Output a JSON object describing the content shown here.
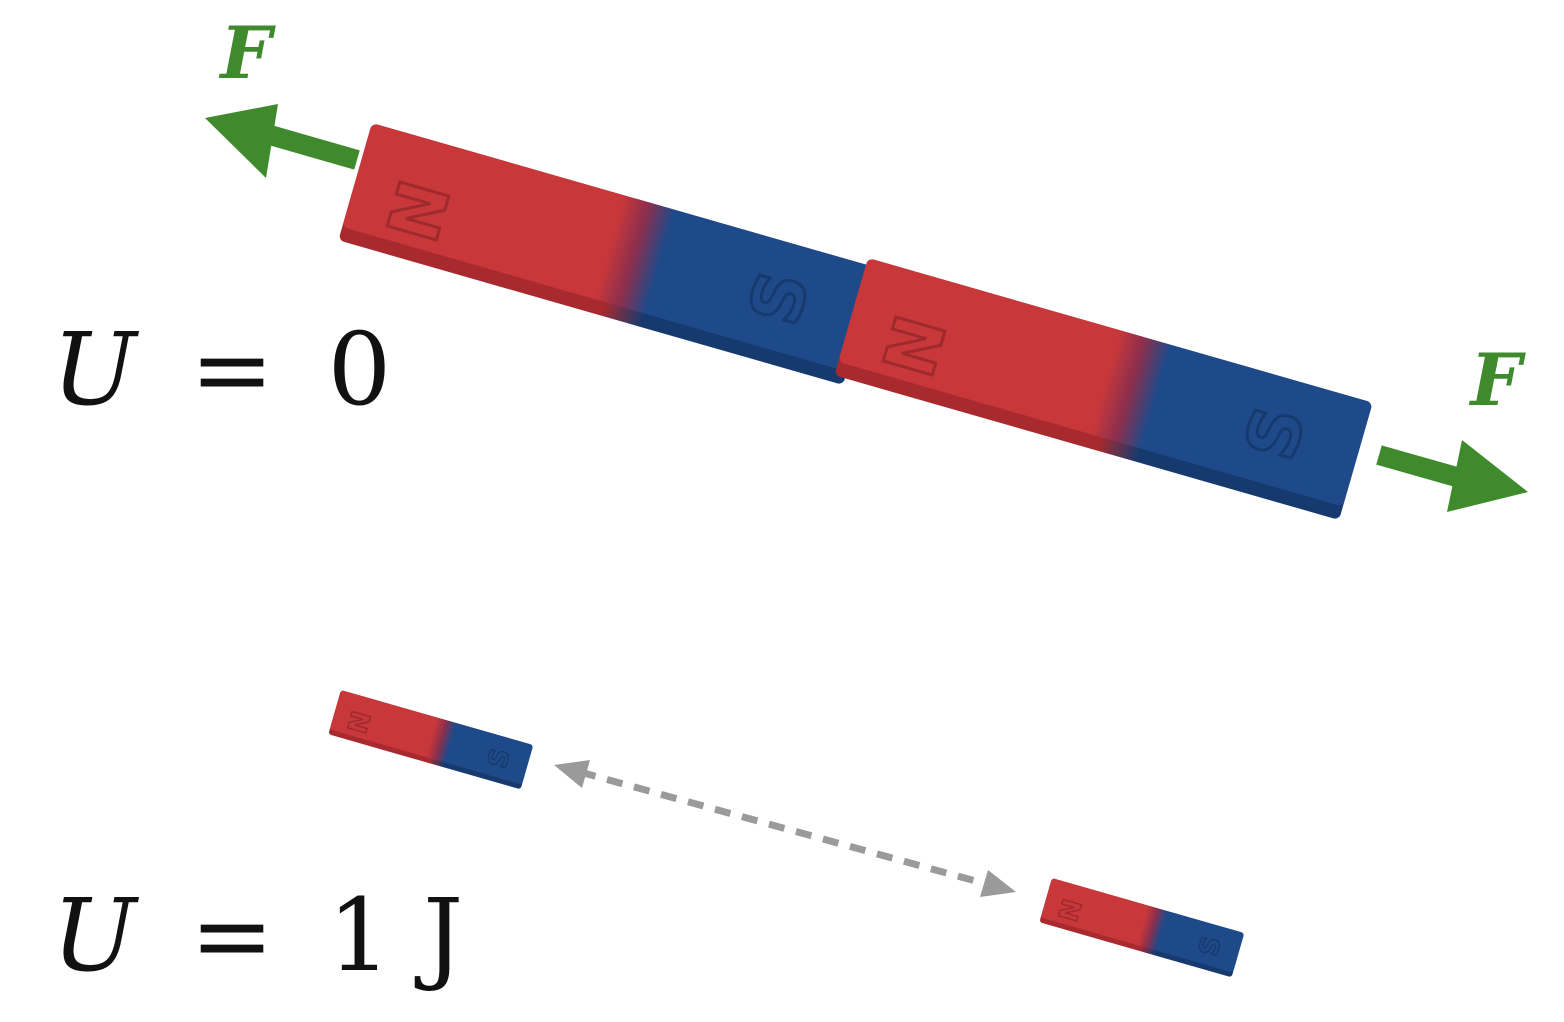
{
  "colors": {
    "force": "#3f8a2d",
    "north": "#c8373a",
    "south": "#1f4a8a",
    "separation": "#9a9a9a",
    "text": "#111111"
  },
  "force_label": "F",
  "magnet": {
    "north_letter": "N",
    "south_letter": "S"
  },
  "states": [
    {
      "energy_symbol": "U",
      "equals": "=",
      "energy_value": "0",
      "arrangement": "magnets joined N-S, pulled apart by forces F"
    },
    {
      "energy_symbol": "U",
      "equals": "=",
      "energy_value": "1 J",
      "arrangement": "magnets separated"
    }
  ],
  "icons": [
    "force-arrow-icon",
    "double-headed-dashed-arrow-icon"
  ]
}
